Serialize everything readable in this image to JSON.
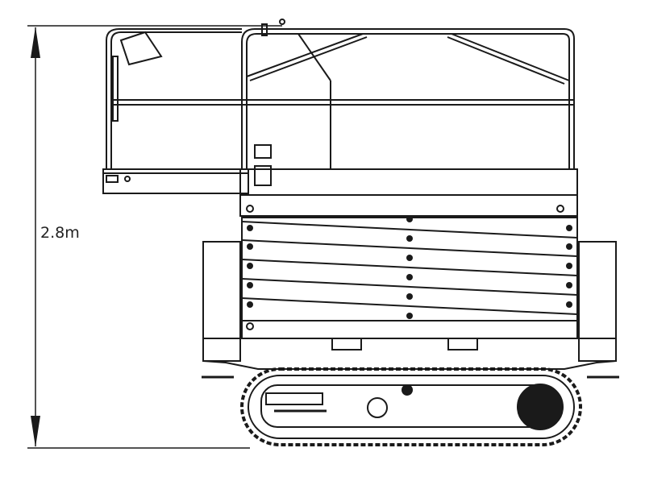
{
  "diagram": {
    "subject": "Tracked scissor lift side elevation",
    "dimension": {
      "label": "2.8m",
      "orientation": "vertical",
      "from": "ground",
      "to": "top-of-guardrail"
    },
    "colors": {
      "line": "#1a1a1a",
      "background": "#ffffff"
    },
    "components": [
      "guardrail",
      "extension-deck",
      "platform",
      "scissor-stack",
      "chassis",
      "outriggers",
      "crawler-track",
      "drive-sprocket"
    ]
  }
}
